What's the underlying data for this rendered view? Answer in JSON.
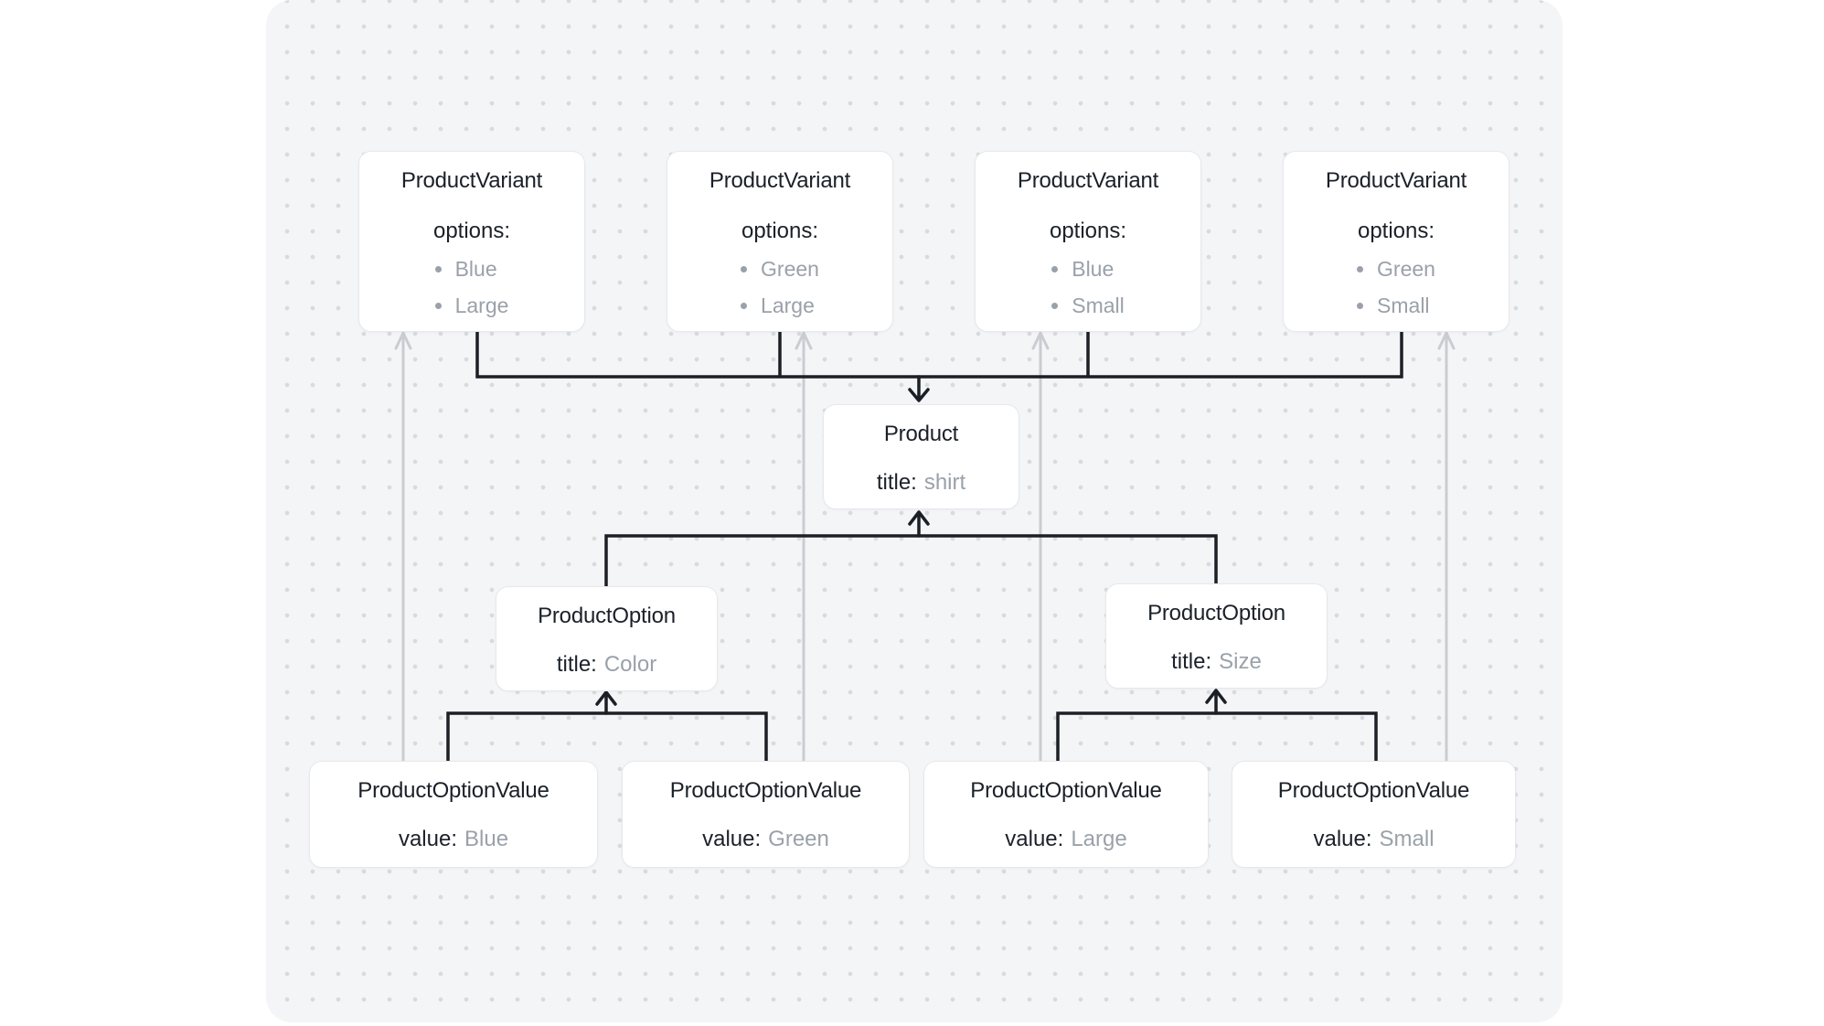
{
  "theme": {
    "page-bg": "#ffffff",
    "canvas-bg": "#f4f5f6",
    "dot-color": "#d8dbde",
    "node-bg": "#ffffff",
    "node-border": "#e6e8ec",
    "text-dark": "#1b2029",
    "text-muted": "#9aa1aa",
    "edge-dark": "#1b1f26",
    "edge-muted": "#c9cdd2"
  },
  "nodes": {
    "variant1": {
      "title": "ProductVariant",
      "field_label": "options:",
      "options": [
        "Blue",
        "Large"
      ]
    },
    "variant2": {
      "title": "ProductVariant",
      "field_label": "options:",
      "options": [
        "Green",
        "Large"
      ]
    },
    "variant3": {
      "title": "ProductVariant",
      "field_label": "options:",
      "options": [
        "Blue",
        "Small"
      ]
    },
    "variant4": {
      "title": "ProductVariant",
      "field_label": "options:",
      "options": [
        "Green",
        "Small"
      ]
    },
    "product": {
      "title": "Product",
      "field_label": "title:",
      "field_value": "shirt"
    },
    "option_color": {
      "title": "ProductOption",
      "field_label": "title:",
      "field_value": "Color"
    },
    "option_size": {
      "title": "ProductOption",
      "field_label": "title:",
      "field_value": "Size"
    },
    "value_blue": {
      "title": "ProductOptionValue",
      "field_label": "value:",
      "field_value": "Blue"
    },
    "value_green": {
      "title": "ProductOptionValue",
      "field_label": "value:",
      "field_value": "Green"
    },
    "value_large": {
      "title": "ProductOptionValue",
      "field_label": "value:",
      "field_value": "Large"
    },
    "value_small": {
      "title": "ProductOptionValue",
      "field_label": "value:",
      "field_value": "Small"
    }
  },
  "edges": [
    {
      "from": "variant1",
      "to": "product",
      "style": "dark-arrow"
    },
    {
      "from": "variant2",
      "to": "product",
      "style": "dark-arrow"
    },
    {
      "from": "variant3",
      "to": "product",
      "style": "dark-arrow"
    },
    {
      "from": "variant4",
      "to": "product",
      "style": "dark-arrow"
    },
    {
      "from": "option_color",
      "to": "product",
      "style": "dark-arrow"
    },
    {
      "from": "option_size",
      "to": "product",
      "style": "dark-arrow"
    },
    {
      "from": "value_blue",
      "to": "option_color",
      "style": "dark-arrow"
    },
    {
      "from": "value_green",
      "to": "option_color",
      "style": "dark-arrow"
    },
    {
      "from": "value_large",
      "to": "option_size",
      "style": "dark-arrow"
    },
    {
      "from": "value_small",
      "to": "option_size",
      "style": "dark-arrow"
    },
    {
      "from": "value_blue",
      "to": "variant1",
      "style": "muted-arrow"
    },
    {
      "from": "value_green",
      "to": "variant2",
      "style": "muted-arrow"
    },
    {
      "from": "value_large",
      "to": "variant3",
      "style": "muted-arrow"
    },
    {
      "from": "value_small",
      "to": "variant4",
      "style": "muted-arrow"
    }
  ]
}
